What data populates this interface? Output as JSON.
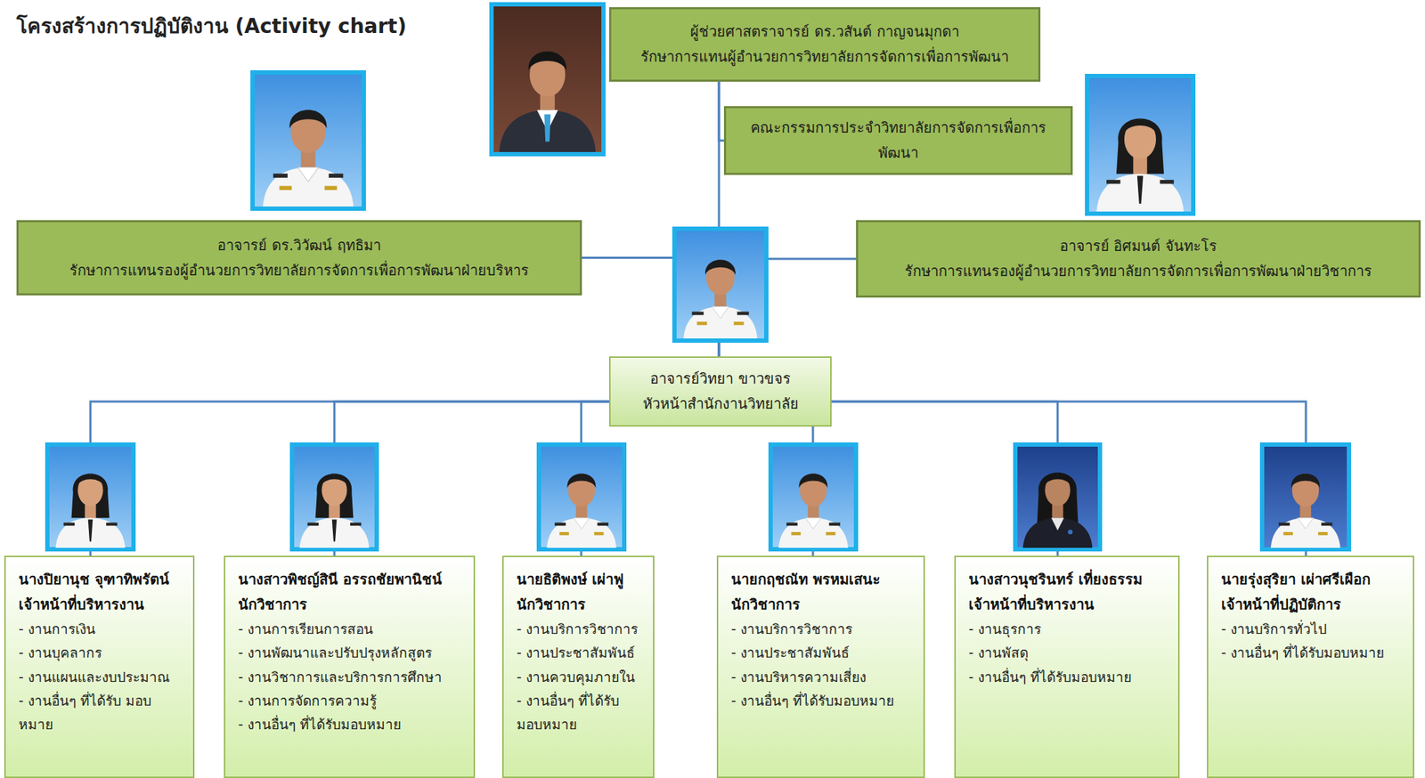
{
  "diagram": {
    "title": "โครงสร้างการปฏิบัติงาน (Activity chart)",
    "nodes": [
      {
        "text": [
          "ผู้ช่วยศาสตราจารย์ ดร.วสันต์ กาญจนมุกดา",
          "รักษาการแทนผู้อำนวยการวิทยาลัยการจัดการเพื่อการพัฒนา"
        ]
      },
      {
        "text": [
          "คณะกรรมการประจำวิทยาลัยการจัดการเพื่อการพัฒนา"
        ]
      },
      {
        "text": [
          "อาจารย์ ดร.วิวัฒน์ ฤทธิมา",
          "รักษาการแทนรองผู้อำนวยการวิทยาลัยการจัดการเพื่อการพัฒนาฝ่ายบริหาร"
        ]
      },
      {
        "text": [
          "อาจารย์ อิศมนต์ จันทะโร",
          "รักษาการแทนรองผู้อำนวยการวิทยาลัยการจัดการเพื่อการพัฒนาฝ่ายวิชาการ"
        ]
      },
      {
        "text": [
          "อาจารย์วิทยา ขาวขจร",
          "หัวหน้าสำนักงานวิทยาลัย"
        ]
      },
      {
        "text": [
          "นางปิยานุช จุฑาทิพรัตน์",
          "เจ้าหน้าที่บริหารงาน",
          "- งานการเงิน",
          "- งานบุคลากร",
          "- งานแผนและงบประมาณ",
          "- งานอื่นๆ ที่ได้รับ มอบหมาย"
        ]
      },
      {
        "text": [
          "นางสาวพิชญ์สินี อรรถชัยพานิชน์",
          "นักวิชาการ",
          "- งานการเรียนการสอน",
          "- งานพัฒนาและปรับปรุงหลักสูตร",
          "- งานวิชาการและบริการการศึกษา",
          "- งานการจัดการความรู้",
          "- งานอื่นๆ ที่ได้รับมอบหมาย"
        ]
      },
      {
        "text": [
          "นายธิติพงษ์ เผ่าฟู",
          "นักวิชาการ",
          "- งานบริการวิชาการ",
          "- งานประชาสัมพันธ์",
          "- งานควบคุมภายใน",
          "- งานอื่นๆ ที่ได้รับ มอบหมาย"
        ]
      },
      {
        "text": [
          "นายกฤชณัท พรหมเสนะ",
          "นักวิชาการ",
          "- งานบริการวิชาการ",
          "- งานประชาสัมพันธ์",
          "- งานบริหารความเสี่ยง",
          "- งานอื่นๆ ที่ได้รับมอบหมาย"
        ]
      },
      {
        "text": [
          "นางสาวนุชรินทร์ เที่ยงธรรม",
          "เจ้าหน้าที่บริหารงาน",
          "- งานธุรการ",
          "- งานพัสดุ",
          "- งานอื่นๆ ที่ได้รับมอบหมาย"
        ]
      },
      {
        "text": [
          "นายรุ่งสุริยา เผ่าศรีเผือก",
          "เจ้าหน้าที่ปฏิบัติการ",
          "- งานบริการทั่วไป",
          "- งานอื่นๆ ที่ได้รับมอบหมาย"
        ]
      }
    ],
    "edges": [
      {
        "from": 0,
        "to": 1,
        "arrow": "none"
      },
      {
        "from": 0,
        "to": 4,
        "arrow": "none"
      },
      {
        "from": 2,
        "to": 4,
        "arrow": "none"
      },
      {
        "from": 3,
        "to": 4,
        "arrow": "none"
      },
      {
        "from": 4,
        "to": 5,
        "arrow": "none"
      },
      {
        "from": 4,
        "to": 6,
        "arrow": "none"
      },
      {
        "from": 4,
        "to": 7,
        "arrow": "none"
      },
      {
        "from": 4,
        "to": 8,
        "arrow": "none"
      },
      {
        "from": 4,
        "to": 9,
        "arrow": "none"
      },
      {
        "from": 4,
        "to": 10,
        "arrow": "none"
      }
    ]
  }
}
